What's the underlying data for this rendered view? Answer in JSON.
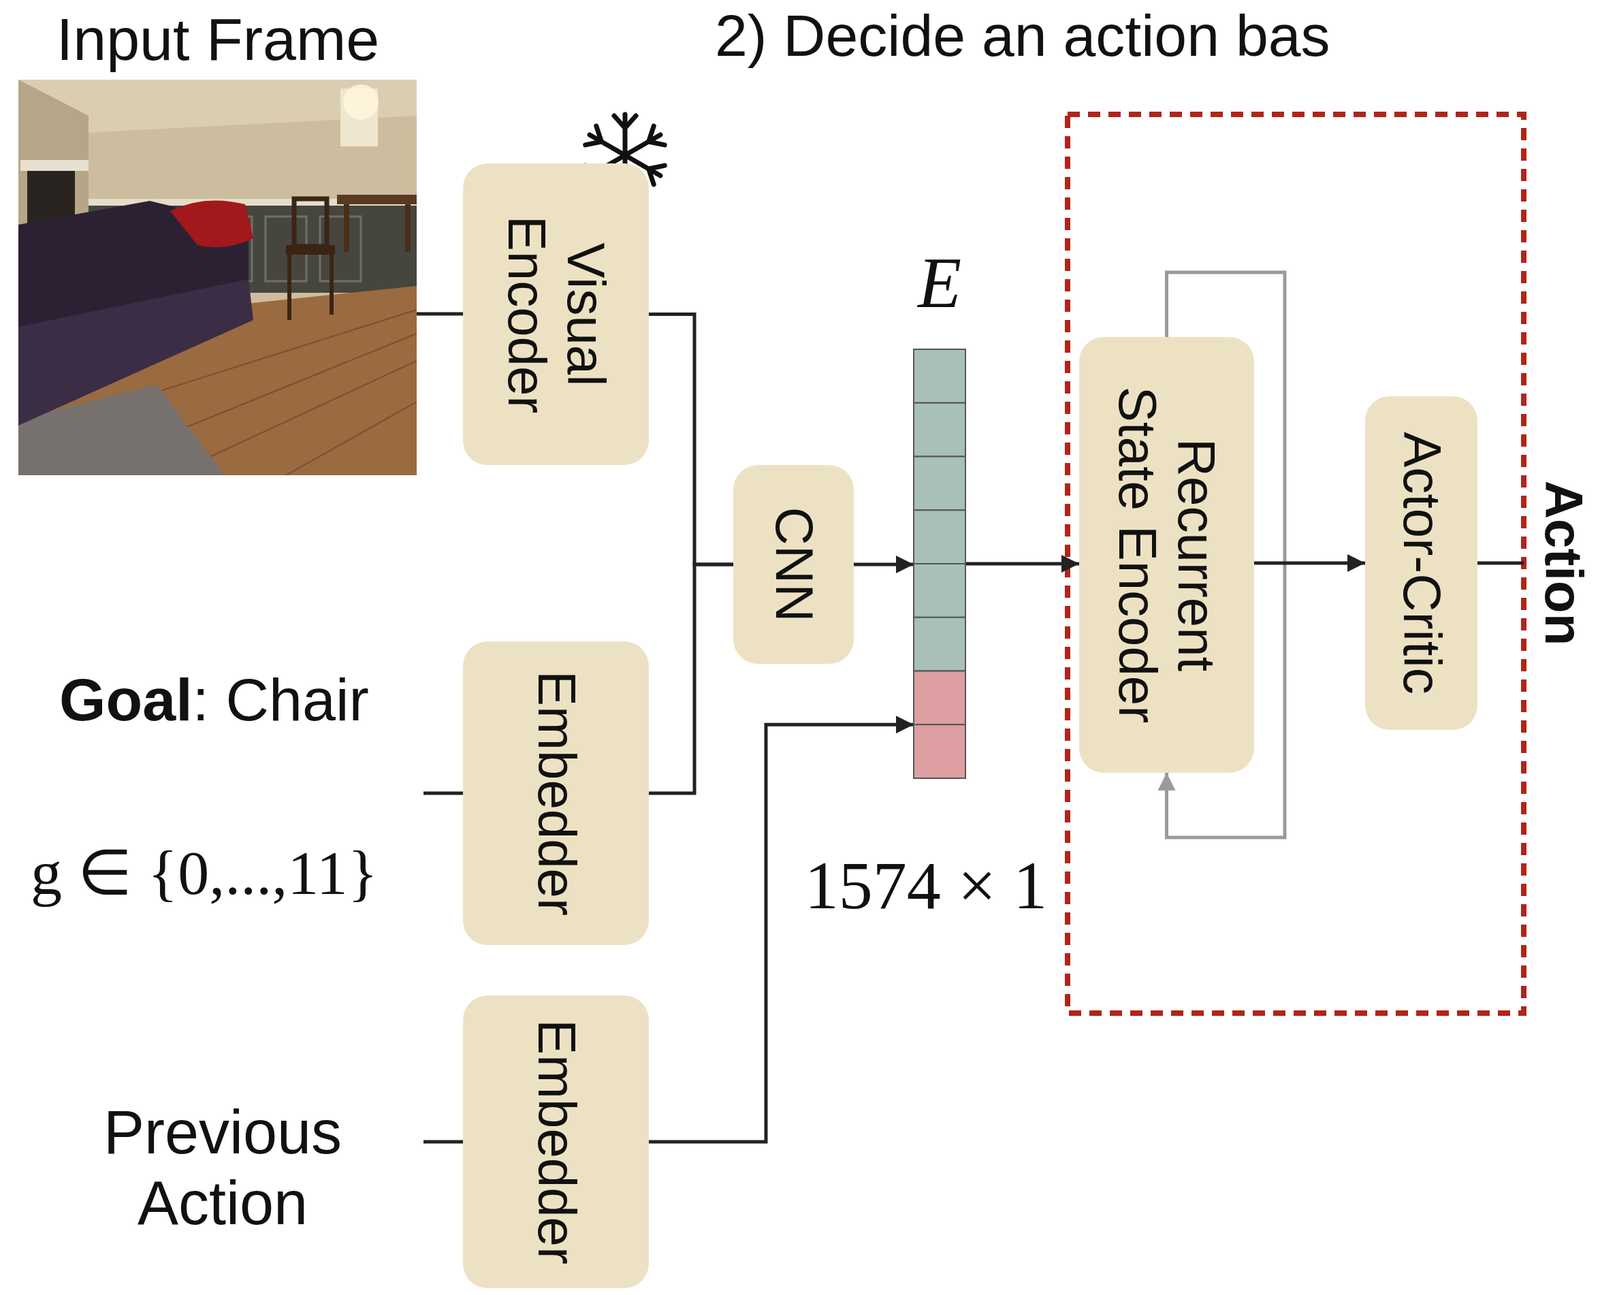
{
  "diagram": {
    "nodes": [
      {
        "text": [
          "Visual Encoder"
        ]
      },
      {
        "text": [
          "Embedder"
        ]
      },
      {
        "text": [
          "Embedder"
        ]
      },
      {
        "text": [
          "CNN"
        ]
      },
      {
        "text": [
          "E"
        ]
      },
      {
        "text": [
          "Recurrent State Encoder"
        ]
      },
      {
        "text": [
          "Actor-Critic"
        ]
      }
    ],
    "edges": [
      {
        "from": 0,
        "to": 3,
        "arrow": "none"
      },
      {
        "from": 1,
        "to": 3,
        "arrow": "none"
      },
      {
        "from": 3,
        "to": 4,
        "arrow": "to"
      },
      {
        "from": 2,
        "to": 4,
        "arrow": "to"
      },
      {
        "from": 4,
        "to": 5,
        "arrow": "to"
      },
      {
        "from": 5,
        "to": 5,
        "arrow": "to"
      },
      {
        "from": 5,
        "to": 6,
        "arrow": "to"
      }
    ],
    "labels": [
      "Input Frame",
      "2) Decide an action bas",
      "Goal",
      ": Chair",
      "g ∈ {0,...,11}",
      "Previous Action",
      "1574 × 1",
      "Action"
    ]
  }
}
